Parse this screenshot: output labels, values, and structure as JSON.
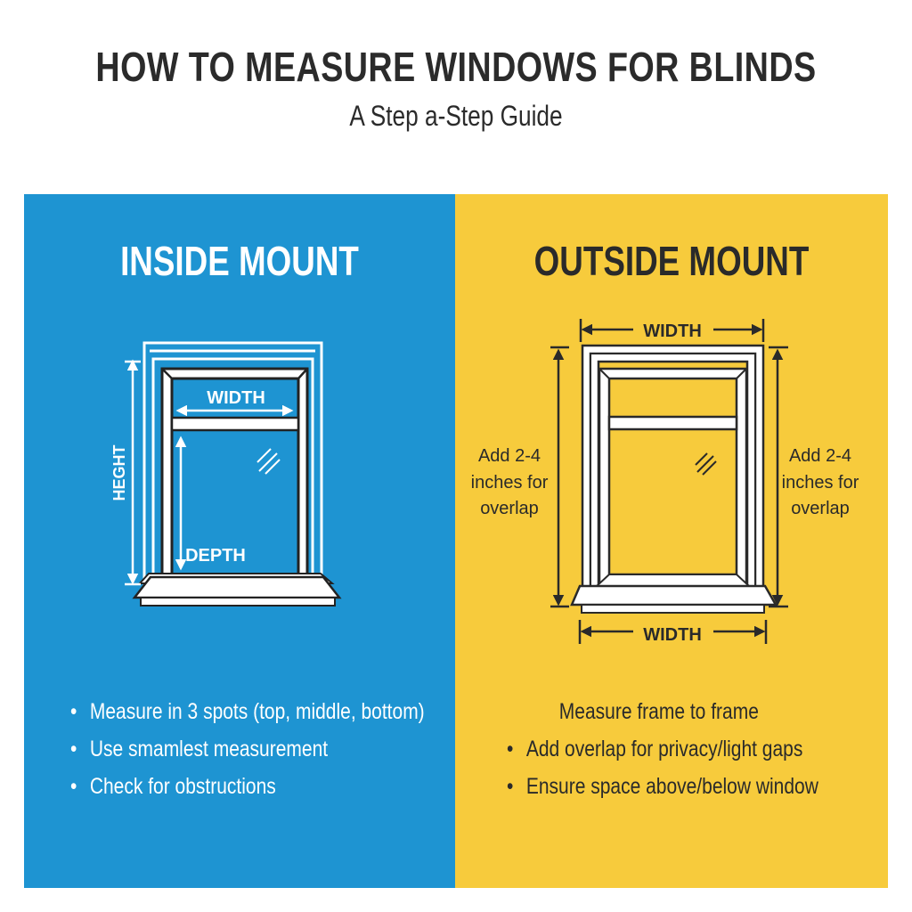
{
  "header": {
    "title": "HOW TO MEASURE WINDOWS FOR BLINDS",
    "subtitle": "A Step a-Step Guide"
  },
  "colors": {
    "inside_bg": "#1e94d2",
    "outside_bg": "#f7cb3c",
    "title_text": "#2b2b2b",
    "line_white": "#ffffff",
    "line_dark": "#2a2a2a"
  },
  "inside_mount": {
    "title": "INSIDE MOUNT",
    "diagram": {
      "width_label": "WIDTH",
      "height_label": "HEGHT",
      "depth_label": "DEPTH",
      "icons": [
        "window-frame-icon",
        "glass-glare-icon",
        "dimension-arrow-icon"
      ]
    },
    "bullets": [
      "Measure in 3 spots (top, middle, bottom)",
      "Use smamlest measurement",
      "Check for obstructions"
    ]
  },
  "outside_mount": {
    "title": "OUTSIDE MOUNT",
    "diagram": {
      "top_width_label": "WIDTH",
      "bottom_width_label": "WIDTH",
      "left_note": [
        "Add 2-4",
        "inches for",
        "overlap"
      ],
      "right_note": [
        "Add 2-4",
        "inches for",
        "overlap"
      ],
      "icons": [
        "window-frame-icon",
        "glass-glare-icon",
        "dimension-arrow-icon"
      ]
    },
    "intro": "Measure frame to frame",
    "bullets": [
      "Add overlap for privacy/light gaps",
      "Ensure space above/below window"
    ],
    "bullet_glyph": "•"
  }
}
